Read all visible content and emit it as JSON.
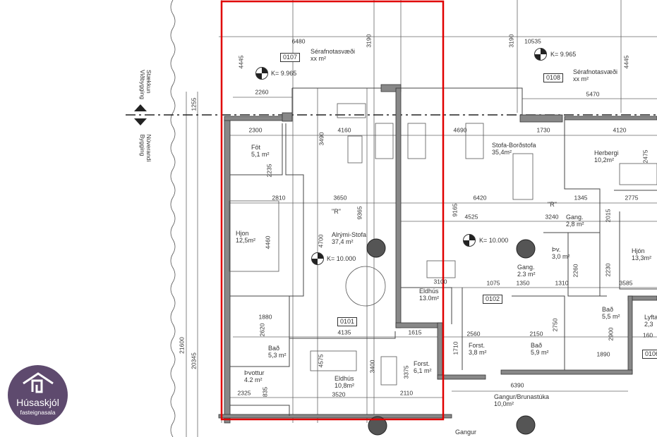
{
  "colors": {
    "highlight_outline": "#e00000",
    "walls": "#888888",
    "logo_bg": "#5e4a6e",
    "lines": "#555555"
  },
  "logo": {
    "name": "Húsaskjól",
    "tagline": "fasteignasala",
    "icon": "house-icon"
  },
  "building_labels": {
    "extension": [
      "Stækkun",
      "Viðbygging"
    ],
    "existing": [
      "Núverandi",
      "Bygging"
    ]
  },
  "unit_ids": [
    "0107",
    "0101",
    "0108",
    "0102",
    "0106"
  ],
  "levels": [
    "K= 9.965",
    "K= 10.000",
    "K= 9.965",
    "K= 10.000"
  ],
  "marker_r": "\"R\"",
  "rooms": [
    {
      "name": "Sérafnotasvæði",
      "area": "xx  m²"
    },
    {
      "name": "Föt",
      "area": "5,1 m²"
    },
    {
      "name": "Hjon",
      "area": "12,5m²"
    },
    {
      "name": "Alrými-Stofa",
      "area": "37,4 m²"
    },
    {
      "name": "Bað",
      "area": "5,3 m²"
    },
    {
      "name": "Þvottur",
      "area": "4.2 m²"
    },
    {
      "name": "Eldhús",
      "area": "10,8m²"
    },
    {
      "name": "Forst.",
      "area": "6,1 m²"
    },
    {
      "name": "Eldhús",
      "area": "13.0m²"
    },
    {
      "name": "Sérafnotasvæði",
      "area": "xx  m²"
    },
    {
      "name": "Stofa-Borðstofa",
      "area": "35,4m²"
    },
    {
      "name": "Herbergi",
      "area": "10,2m²"
    },
    {
      "name": "Gang.",
      "area": "2,8 m²"
    },
    {
      "name": "Hjón",
      "area": "13,3m²"
    },
    {
      "name": "Gang.",
      "area": "2.3 m²"
    },
    {
      "name": "Þv.",
      "area": "3,0 m²"
    },
    {
      "name": "Bað",
      "area": "5,5 m²"
    },
    {
      "name": "Lyfta",
      "area": "2,3"
    },
    {
      "name": "Forst.",
      "area": "3,8 m²"
    },
    {
      "name": "Bað",
      "area": "5,9 m²"
    },
    {
      "name": "Gangur/Brunastúka",
      "area": "10,0m²"
    },
    {
      "name": "Gangur",
      "area": ""
    }
  ],
  "dimensions": [
    "6480",
    "3190",
    "4445",
    "2260",
    "10535",
    "3190",
    "4445",
    "5470",
    "1255",
    "2300",
    "4160",
    "3490",
    "4690",
    "1730",
    "4120",
    "2235",
    "2475",
    "2810",
    "3650",
    "9365",
    "6420",
    "1345",
    "2775",
    "4460",
    "4700",
    "9165",
    "4525",
    "3240",
    "2015",
    "2260",
    "2230",
    "1075",
    "1350",
    "1310",
    "3585",
    "3100",
    "1880",
    "2620",
    "4135",
    "1615",
    "2750",
    "2560",
    "2150",
    "2900",
    "1710",
    "1890",
    "4575",
    "3400",
    "3375",
    "835",
    "2325",
    "3520",
    "2110",
    "6390",
    "21600",
    "20345",
    "160"
  ]
}
